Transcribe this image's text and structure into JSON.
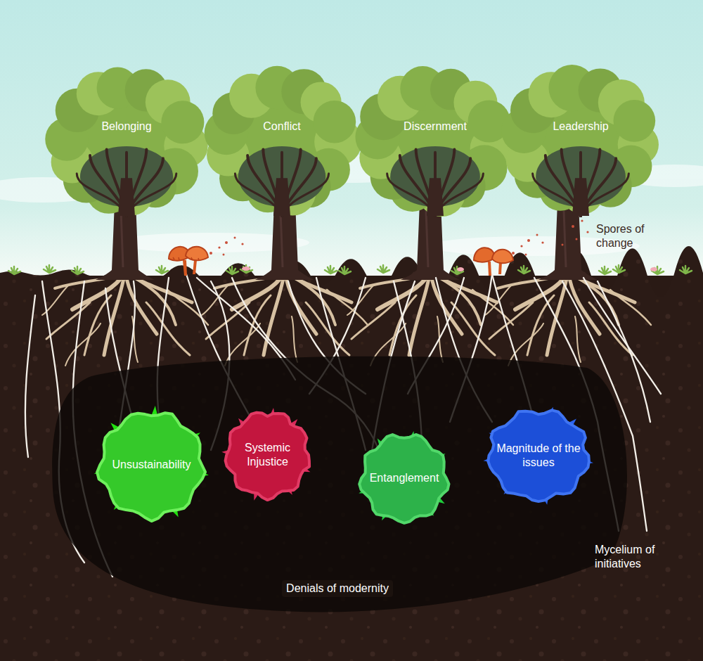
{
  "diagram": {
    "nodes": [
      {
        "text": [
          "Belonging"
        ]
      },
      {
        "text": [
          "Conflict"
        ]
      },
      {
        "text": [
          "Discernment"
        ]
      },
      {
        "text": [
          "Leadership"
        ]
      },
      {
        "text": [
          "Denials of modernity"
        ]
      },
      {
        "text": [
          "Unsustainability"
        ],
        "in": 4
      },
      {
        "text": [
          "Systemic Injustice"
        ],
        "in": 4
      },
      {
        "text": [
          "Entanglement"
        ],
        "in": 4
      },
      {
        "text": [
          "Magnitude of the issues"
        ],
        "in": 4
      }
    ],
    "labels": [
      "Spores of change",
      "Mycelium of initiatives"
    ]
  }
}
